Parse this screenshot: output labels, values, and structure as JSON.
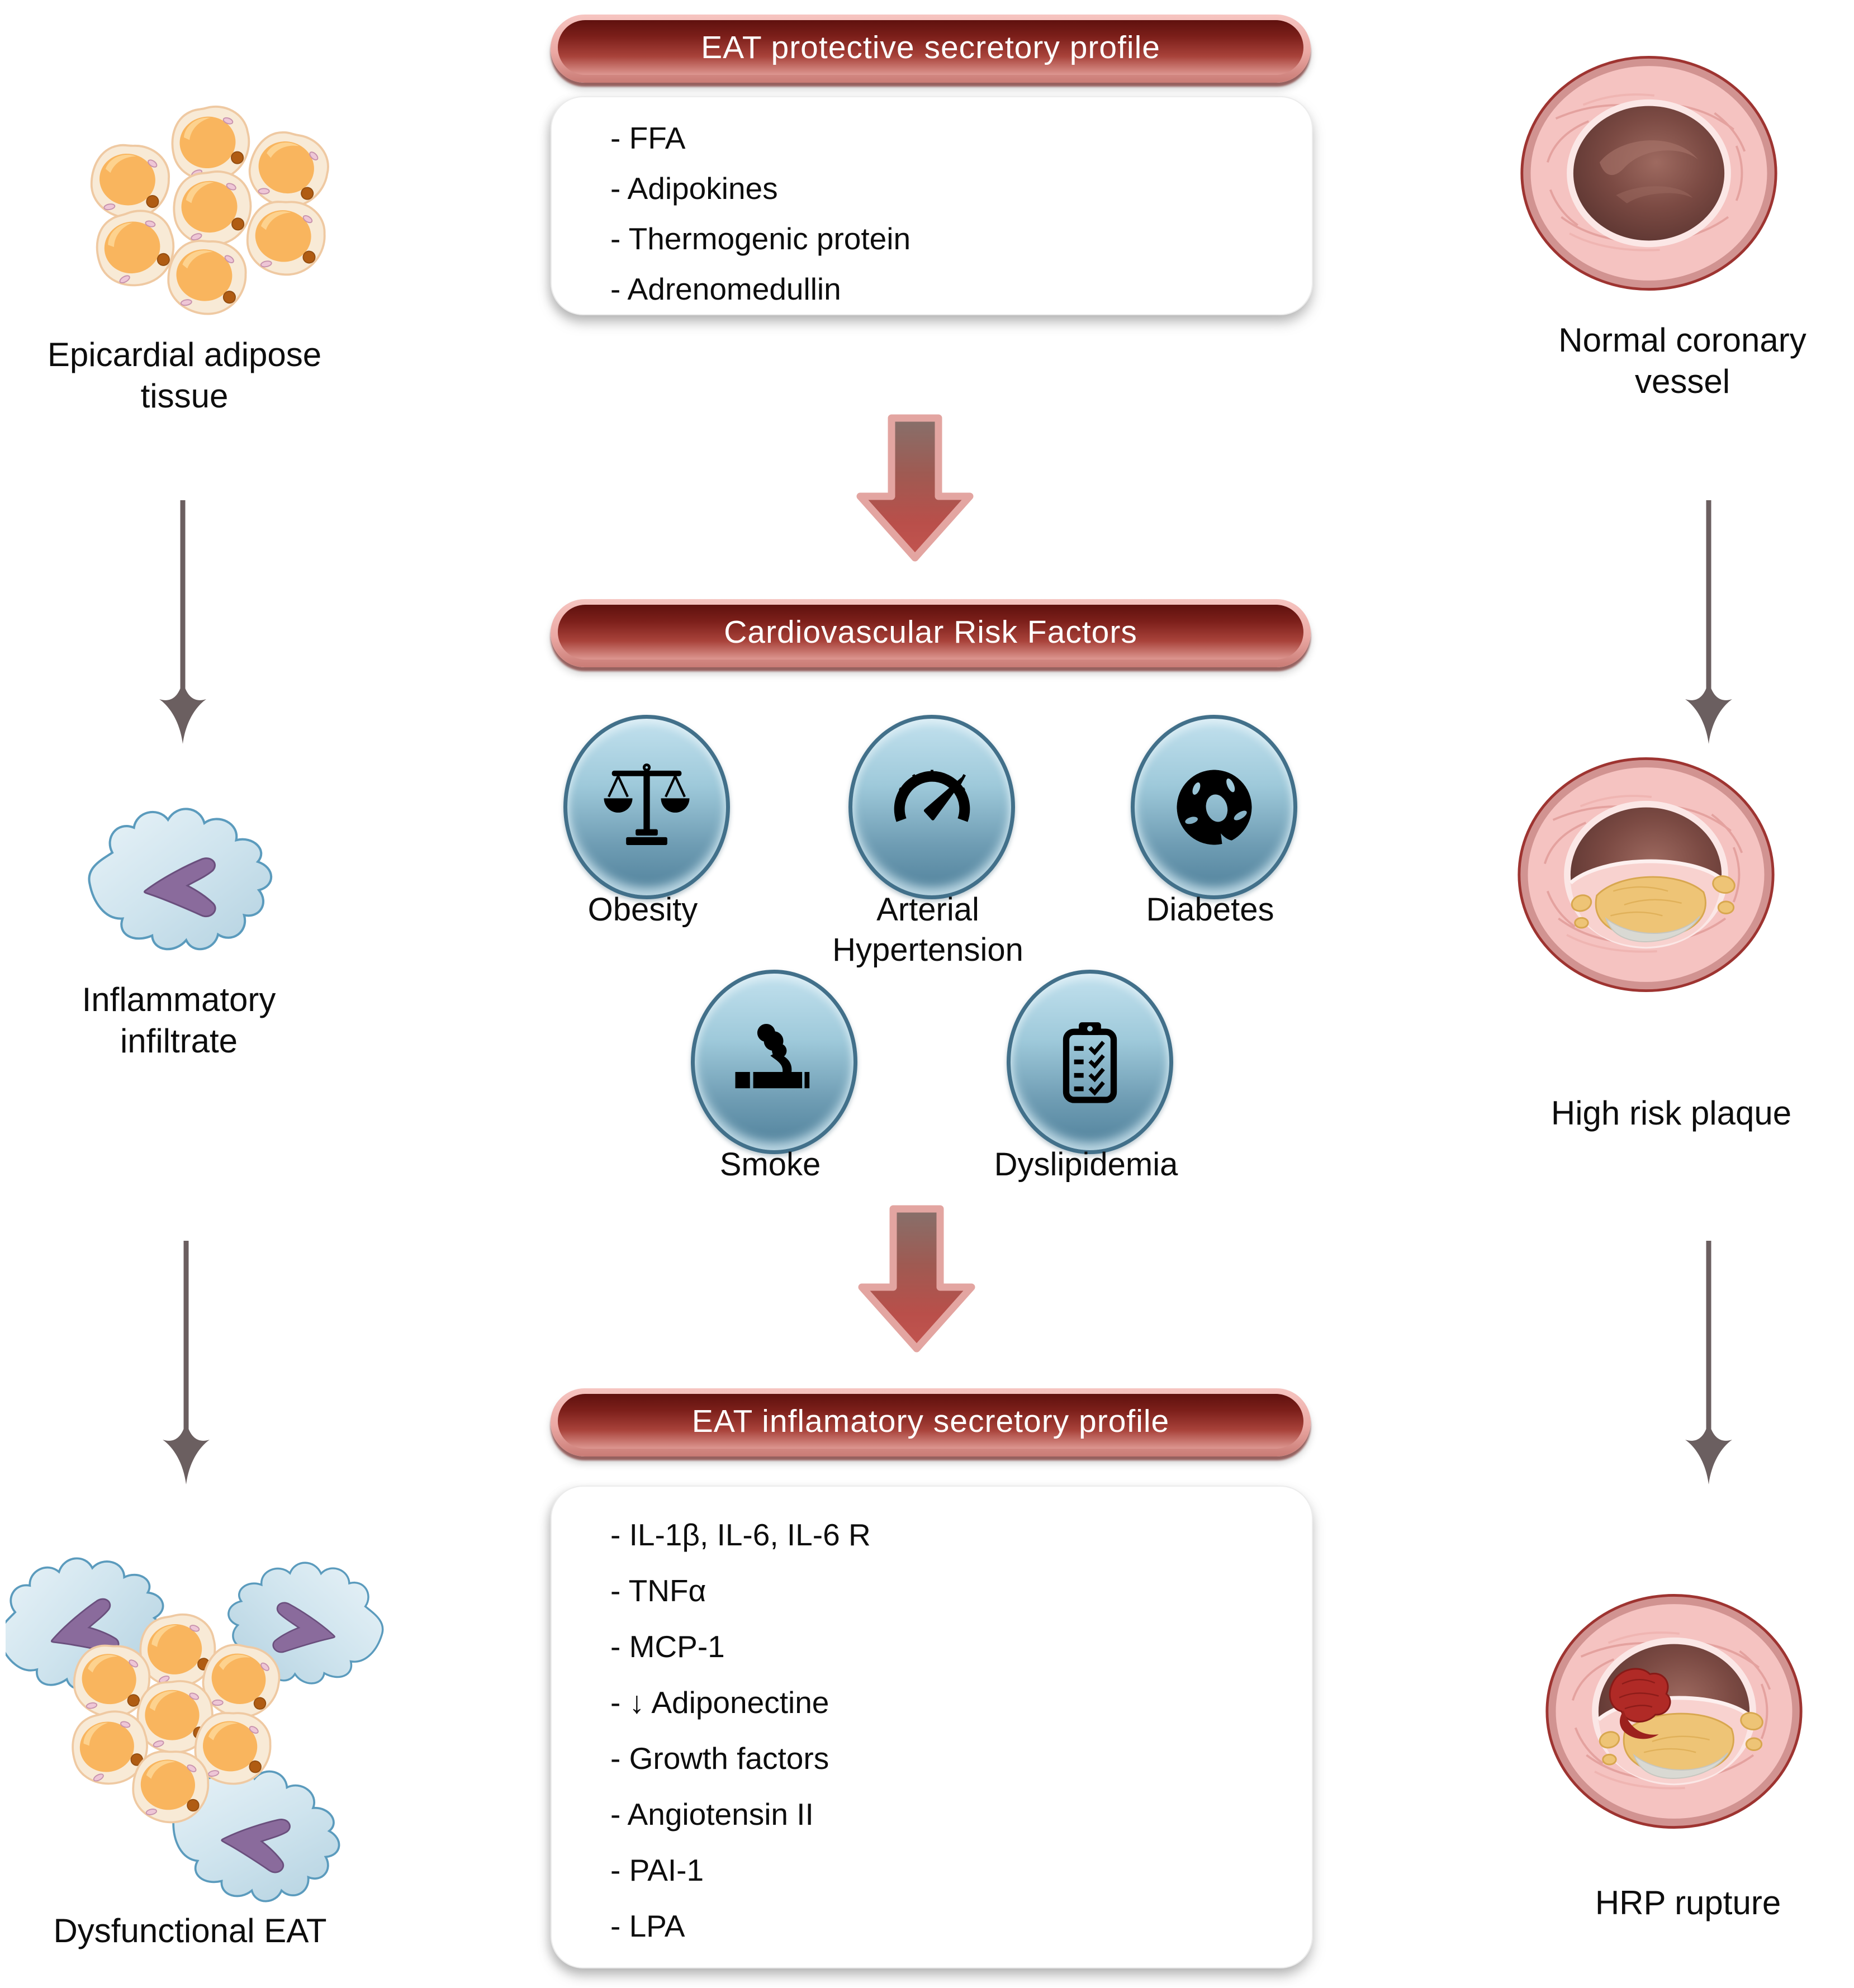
{
  "left_column": {
    "adipose": {
      "label": "Epicardial adipose tissue",
      "illustration": "adipose-tissue-cells"
    },
    "infiltrate": {
      "label": "Inflammatory infiltrate",
      "illustration": "macrophage-cell"
    },
    "dysfunctional": {
      "label": "Dysfunctional EAT",
      "illustration": "adipocytes-with-macrophages"
    }
  },
  "center_column": {
    "protective_banner": "EAT protective secretory profile",
    "protective_items": [
      "- FFA",
      "- Adipokines",
      "- Thermogenic protein",
      "- Adrenomedullin"
    ],
    "risk_banner": "Cardiovascular Risk Factors",
    "risk_factors": [
      {
        "label": "Obesity",
        "icon": "balance-scale-icon"
      },
      {
        "label": "Arterial Hypertension",
        "icon": "gauge-icon"
      },
      {
        "label": "Diabetes",
        "icon": "donut-icon"
      },
      {
        "label": "Smoke",
        "icon": "cigarette-icon"
      },
      {
        "label": "Dyslipidemia",
        "icon": "checklist-icon"
      }
    ],
    "inflammatory_banner": "EAT inflamatory secretory profile",
    "inflammatory_items": [
      "- IL-1β, IL-6, IL-6 R",
      "- TNFα",
      "- MCP-1",
      "- ↓ Adiponectine",
      "- Growth factors",
      "- Angiotensin II",
      "- PAI-1",
      "- LPA"
    ]
  },
  "right_column": {
    "normal": {
      "label": "Normal coronary vessel",
      "illustration": "normal-coronary-vessel"
    },
    "plaque": {
      "label": "High risk plaque",
      "illustration": "high-risk-plaque-vessel"
    },
    "rupture": {
      "label": "HRP rupture",
      "illustration": "ruptured-plaque-vessel"
    }
  },
  "colors": {
    "banner_dark": "#5f110e",
    "banner_light": "#dd9791",
    "banner_frame": "#f6c5c1",
    "icon_circle_top": "#c2e1ee",
    "icon_circle_bottom": "#50819b",
    "thin_arrow": "#6b5f60",
    "block_arrow_red": "#bb4f4a",
    "block_arrow_outline": "#e3a5a1",
    "adipocyte_droplet": "#f9b55e",
    "adipocyte_rim": "#f8ead6",
    "macrophage_body": "#cfe4ee",
    "macrophage_nucleus": "#8a6b9c",
    "vessel_outer": "#d19391",
    "vessel_media": "#f5c3c1",
    "vessel_lumen": "#57322e",
    "plaque_yellow": "#eec476",
    "plaque_cap": "#d9d9d3",
    "thrombus_red": "#b02a26"
  }
}
